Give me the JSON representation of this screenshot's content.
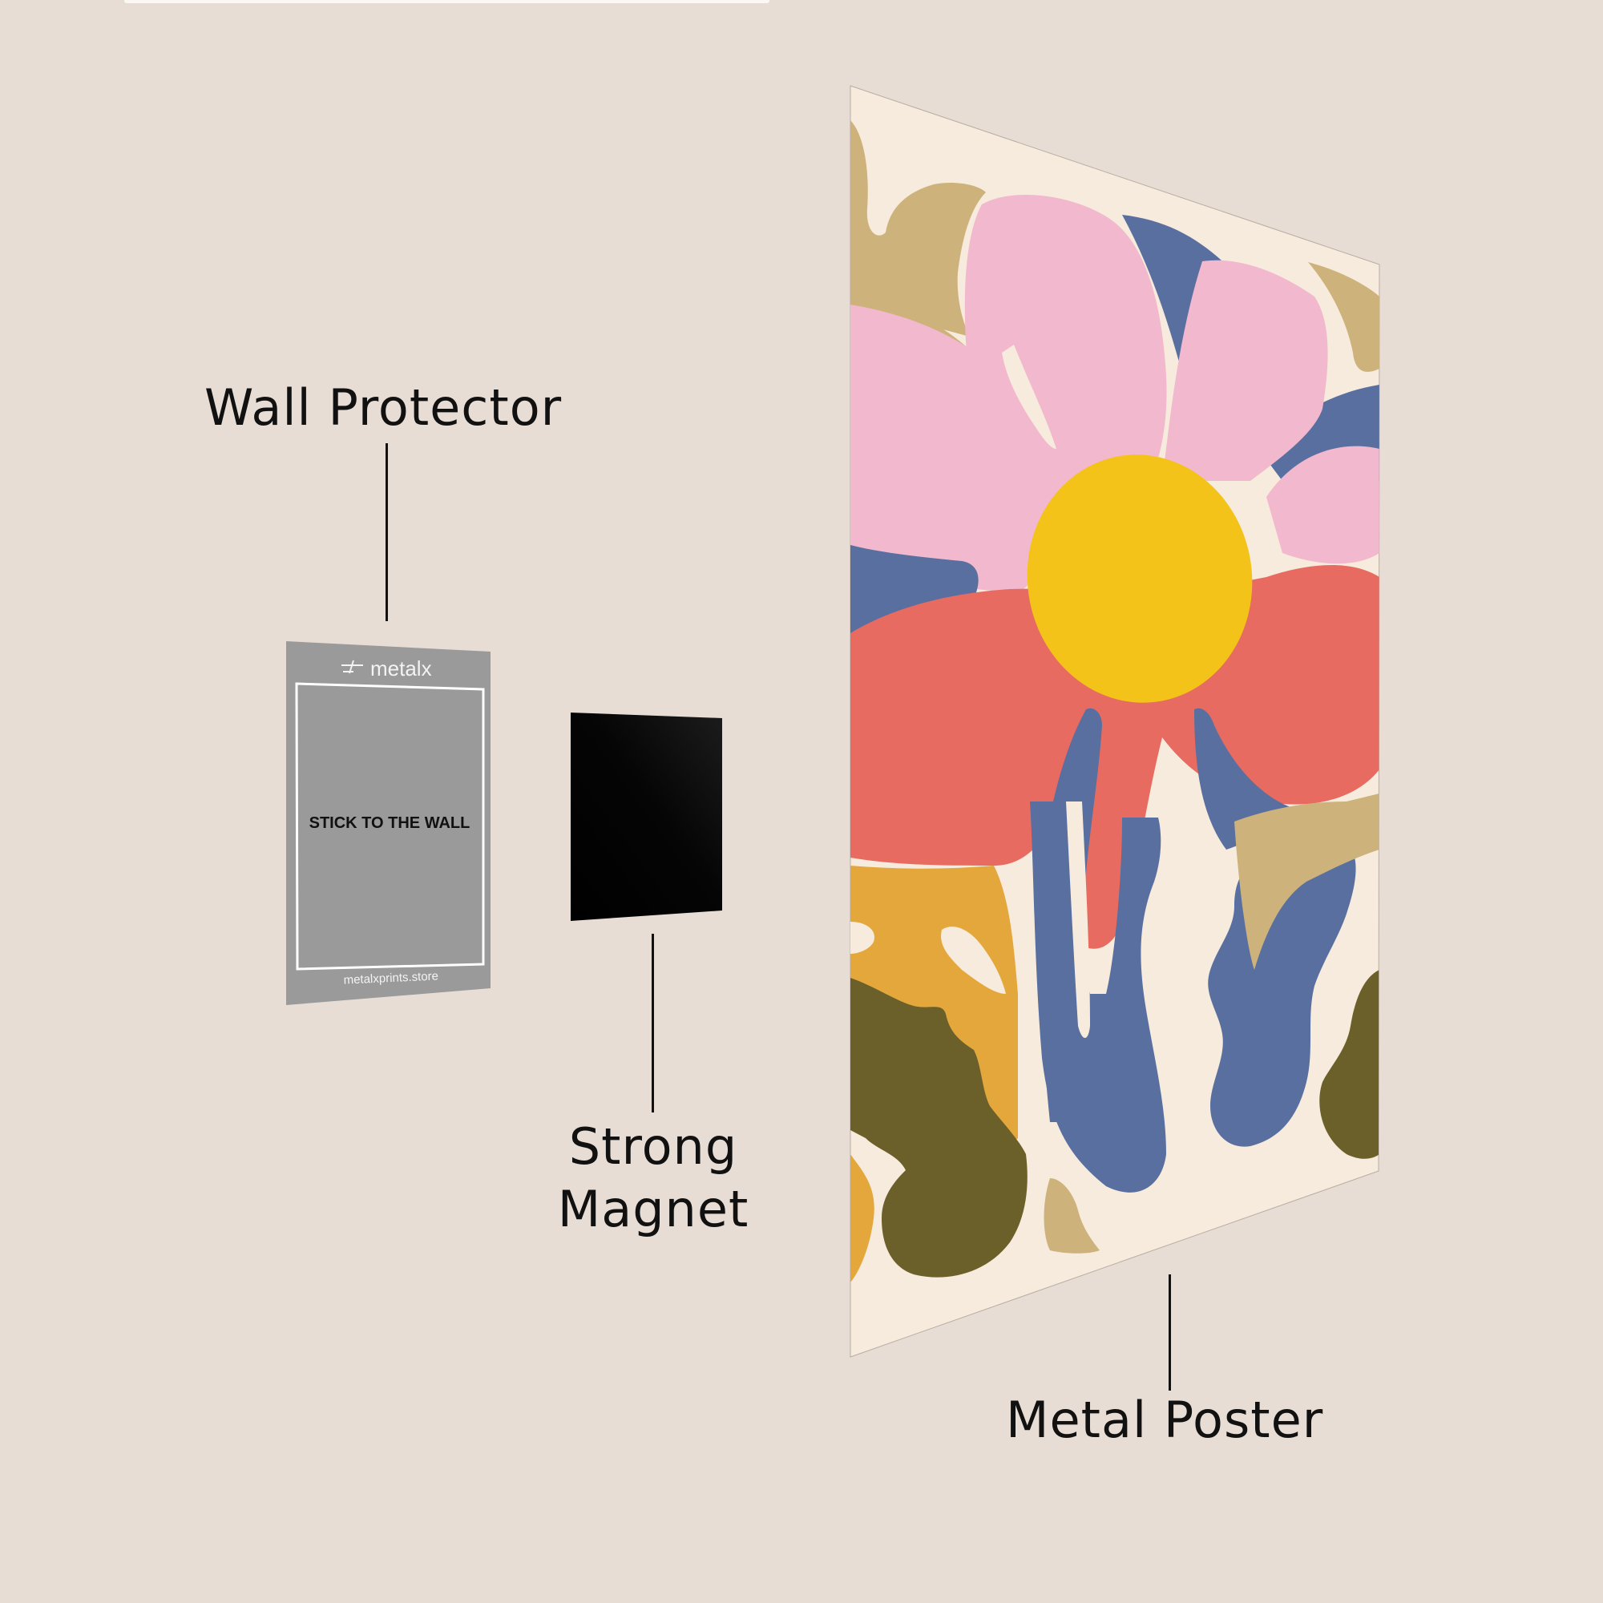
{
  "labels": {
    "wall_protector": "Wall Protector",
    "strong_magnet_line1": "Strong",
    "strong_magnet_line2": "Magnet",
    "metal_poster": "Metal Poster"
  },
  "wall_protector": {
    "brand": "metalx",
    "instruction": "STICK TO THE WALL",
    "website": "metalxprints.store",
    "color": "#9a9a9a"
  },
  "magnet": {
    "color": "#050505"
  },
  "poster": {
    "artwork": "abstract flower",
    "palette": {
      "cream": "#f6ebdc",
      "pink": "#f2b8cd",
      "coral": "#e76b60",
      "yellow": "#f3c319",
      "blue": "#586fa0",
      "tan": "#cdb27c",
      "mustard": "#e4a73c",
      "olive": "#6b602a"
    }
  },
  "colors": {
    "background": "#e8ddd4",
    "text": "#111111"
  }
}
